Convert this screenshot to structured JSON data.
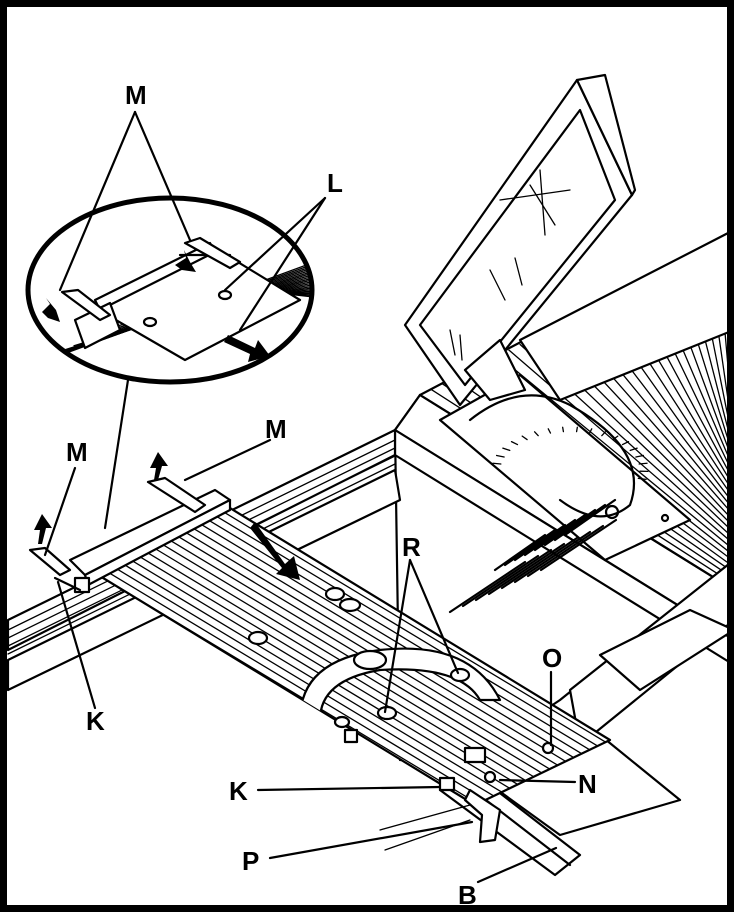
{
  "figure": {
    "callouts": [
      {
        "key": "m_top",
        "text": "M"
      },
      {
        "key": "l",
        "text": "L"
      },
      {
        "key": "m_right",
        "text": "M"
      },
      {
        "key": "m_left",
        "text": "M"
      },
      {
        "key": "r",
        "text": "R"
      },
      {
        "key": "o",
        "text": "O"
      },
      {
        "key": "k_left",
        "text": "K"
      },
      {
        "key": "k_bottom",
        "text": "K"
      },
      {
        "key": "n",
        "text": "N"
      },
      {
        "key": "p",
        "text": "P"
      },
      {
        "key": "b",
        "text": "B"
      }
    ]
  },
  "colors": {
    "line": "#000000",
    "background": "#ffffff"
  }
}
